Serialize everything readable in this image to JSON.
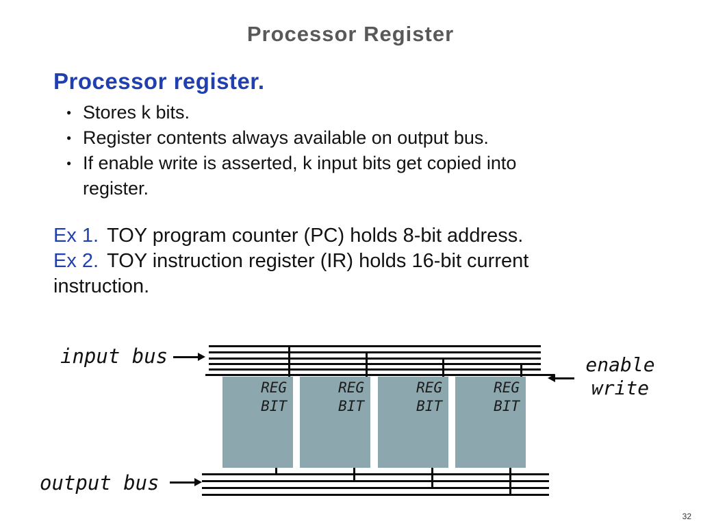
{
  "colors": {
    "accent_blue": "#2140b0",
    "title_gray": "#595959",
    "register_box_teal": "#8ca8ae",
    "text_black": "#121212"
  },
  "icons": {
    "bullet": "●",
    "input_bus_arrow": "arrow-right",
    "output_bus_arrow": "arrow-right",
    "enable_write_arrow": "arrow-left"
  },
  "slide": {
    "title": "Processor Register",
    "page_number": "32"
  },
  "content": {
    "heading": "Processor register.",
    "bullets": [
      "Stores k bits.",
      "Register contents always available on output bus.",
      "If enable write is asserted, k input bits get copied into register."
    ],
    "examples": [
      {
        "label": "Ex 1.",
        "text": "TOY program counter (PC) holds 8-bit address."
      },
      {
        "label": "Ex 2.",
        "text": "TOY instruction register (IR) holds 16-bit current instruction."
      }
    ]
  },
  "diagram": {
    "input_bus_label": "input bus",
    "output_bus_label": "output bus",
    "enable_write_label_line1": "enable",
    "enable_write_label_line2": "write",
    "register_bits": [
      {
        "line1": "REG",
        "line2": "BIT"
      },
      {
        "line1": "REG",
        "line2": "BIT"
      },
      {
        "line1": "REG",
        "line2": "BIT"
      },
      {
        "line1": "REG",
        "line2": "BIT"
      }
    ]
  }
}
